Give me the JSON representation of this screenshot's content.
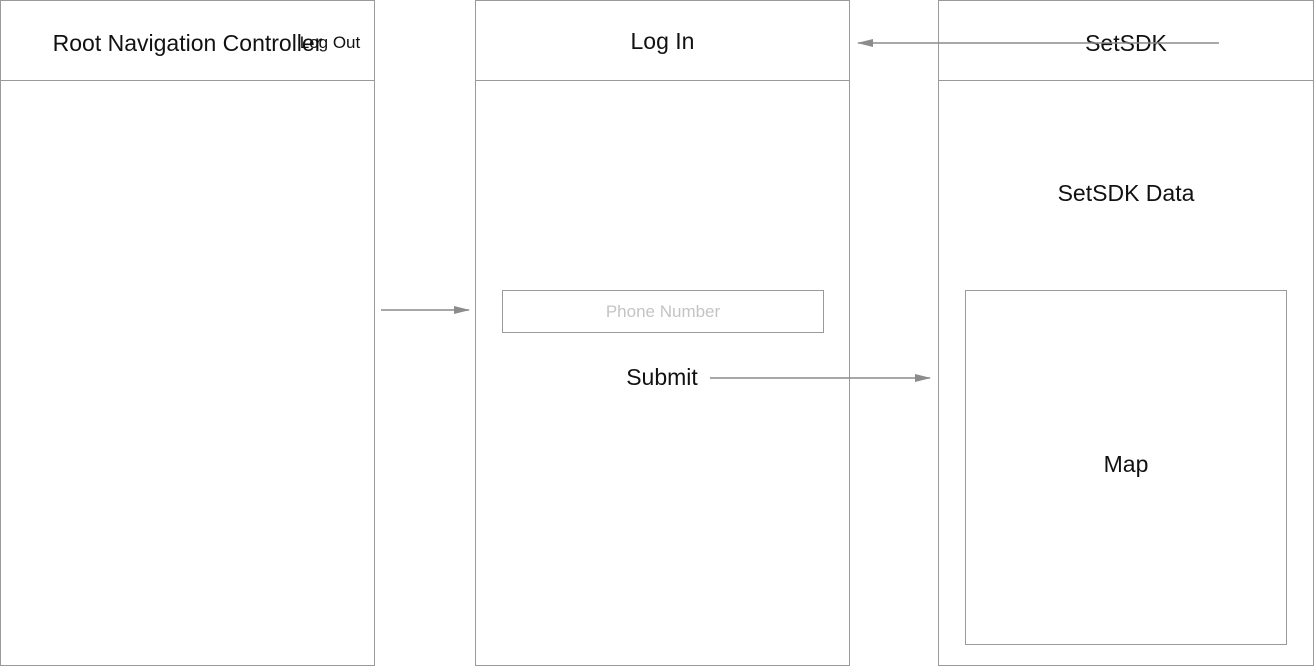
{
  "screens": {
    "root": {
      "title": "Root Navigation Controller"
    },
    "login": {
      "title": "Log In",
      "phone_placeholder": "Phone Number",
      "submit_label": "Submit"
    },
    "setsdk": {
      "title": "SetSDK",
      "logout_label": "Log Out",
      "data_label": "SetSDK Data",
      "map_label": "Map"
    }
  },
  "colors": {
    "border": "#9a9a9a",
    "arrow": "#8c8c8c",
    "text": "#111111",
    "placeholder": "#c4c4c4"
  }
}
